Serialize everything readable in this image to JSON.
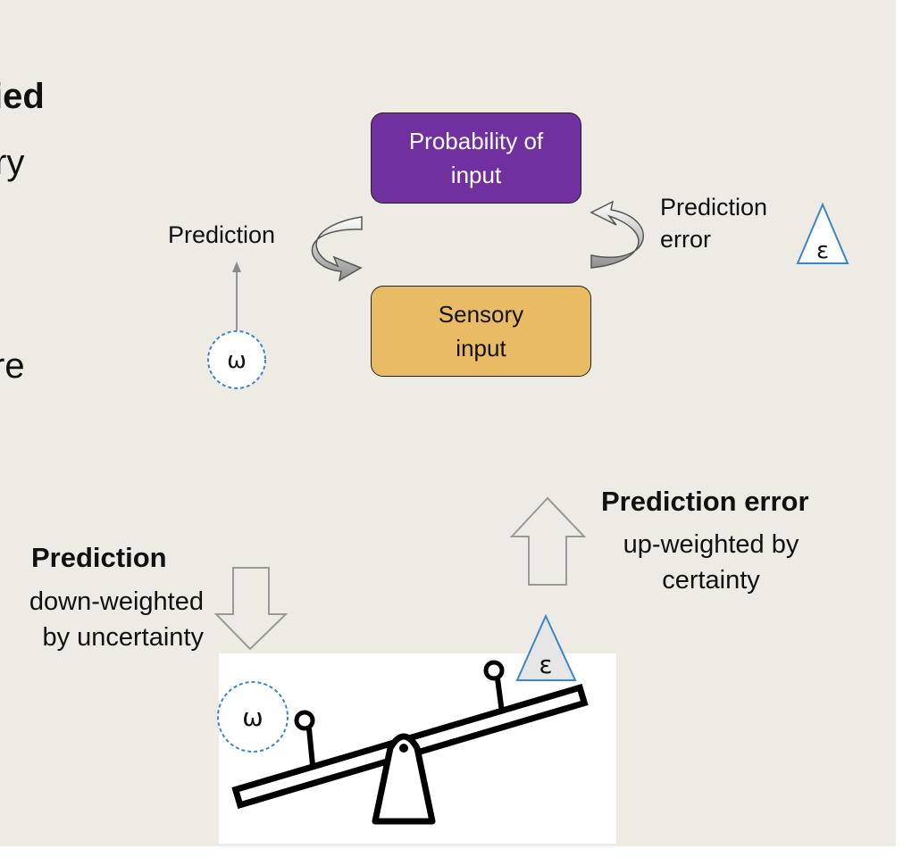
{
  "left_text_fragments": [
    "ied",
    "ry",
    "re"
  ],
  "top_cycle": {
    "upper_box": "Probability of\ninput",
    "lower_box": "Sensory\ninput",
    "left_label": "Prediction",
    "right_label": "Prediction\nerror",
    "omega_symbol": "ω",
    "epsilon_symbol": "ε"
  },
  "bottom_seesaw": {
    "prediction_error_title": "Prediction error",
    "prediction_error_sub": "up-weighted by\ncertainty",
    "prediction_title": "Prediction",
    "prediction_sub": "down-weighted\nby uncertainty",
    "omega_symbol": "ω",
    "epsilon_symbol": "ε"
  },
  "colors": {
    "background": "#eeebe4",
    "upper_box": "#7030a0",
    "lower_box": "#e8bb64",
    "symbol_blue": "#3a86c8"
  }
}
